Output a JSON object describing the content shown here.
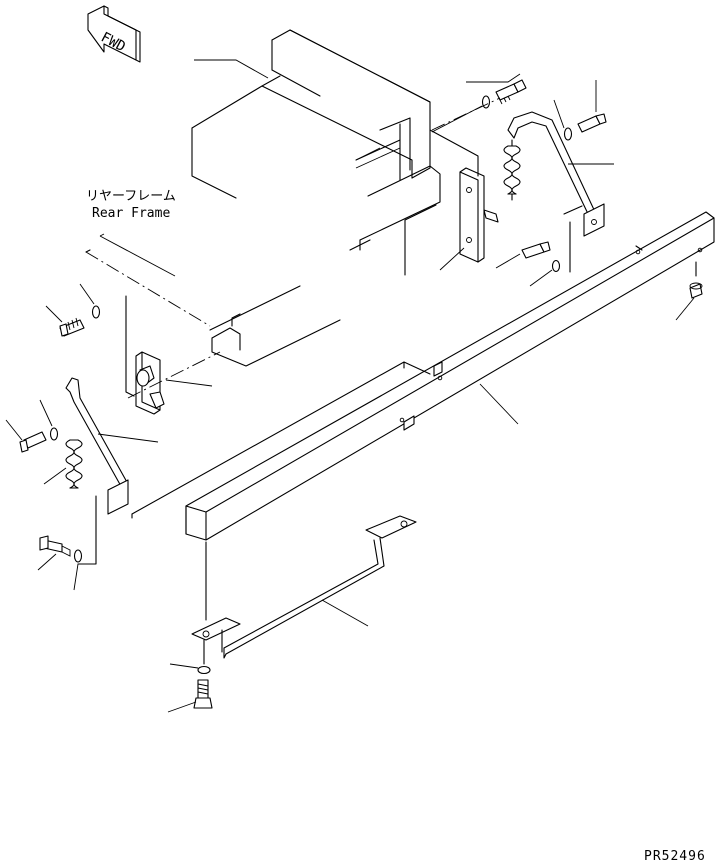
{
  "labels": {
    "fwd": "FWD",
    "rear_frame_jp": "リヤーフレーム",
    "rear_frame_en": "Rear Frame",
    "drawing_code": "PR52496"
  }
}
